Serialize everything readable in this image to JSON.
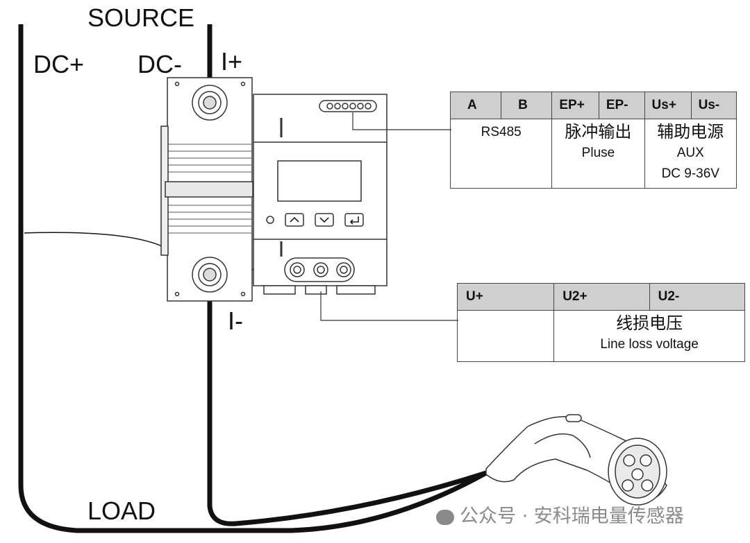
{
  "labels": {
    "source": "SOURCE",
    "dc_plus": "DC+",
    "dc_minus": "DC-",
    "i_plus": "I+",
    "i_minus": "I-",
    "load": "LOAD"
  },
  "table_top": {
    "headers": [
      "A",
      "B",
      "EP+",
      "EP-",
      "Us+",
      "Us-"
    ],
    "rs485": "RS485",
    "pulse_cn": "脉冲输出",
    "pulse_en": "Pluse",
    "aux_cn": "辅助电源",
    "aux_en": "AUX",
    "aux_dc": "DC 9-36V"
  },
  "table_bottom": {
    "headers": [
      "U+",
      "U2+",
      "U2-"
    ],
    "loss_cn": "线损电压",
    "loss_en": "Line loss voltage"
  },
  "watermark": "公众号 · 安科瑞电量传感器",
  "colors": {
    "line": "#111111",
    "header_fill": "#cfcfcf",
    "watermark": "#8a8a8a"
  },
  "icons": [
    "up-arrow-icon",
    "down-arrow-icon",
    "enter-icon",
    "wechat-icon"
  ]
}
